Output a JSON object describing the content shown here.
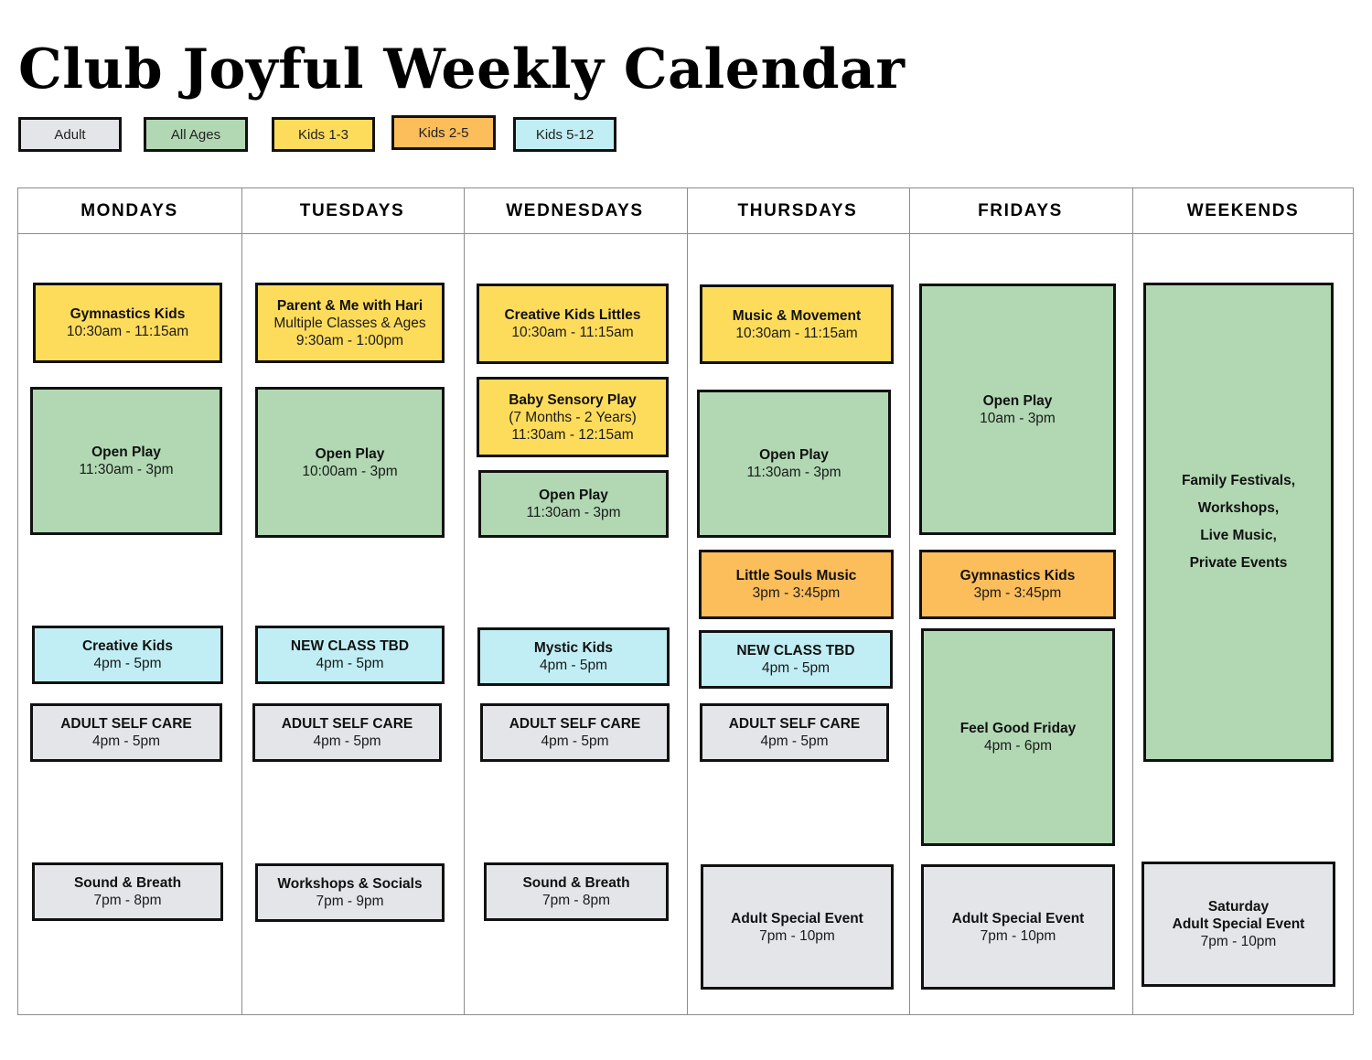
{
  "title": "Club Joyful Weekly Calendar",
  "colors": {
    "adult": "#e3e5e8",
    "all_ages": "#b1d8b3",
    "kids_1_3": "#fedc5b",
    "kids_2_5": "#fcbd5b",
    "kids_5_12": "#c0eef4"
  },
  "legend": [
    {
      "label": "Adult",
      "category": "adult"
    },
    {
      "label": "All Ages",
      "category": "all_ages"
    },
    {
      "label": "Kids 1-3",
      "category": "kids_1_3"
    },
    {
      "label": "Kids 2-5",
      "category": "kids_2_5"
    },
    {
      "label": "Kids 5-12",
      "category": "kids_5_12"
    }
  ],
  "days": [
    {
      "name": "MONDAYS",
      "events": [
        {
          "title": [
            "Gymnastics Kids"
          ],
          "lines": [
            "10:30am - 11:15am"
          ],
          "category": "kids_1_3"
        },
        {
          "title": [
            "Open Play"
          ],
          "lines": [
            "11:30am - 3pm"
          ],
          "category": "all_ages"
        },
        {
          "title": [
            "Creative Kids"
          ],
          "lines": [
            "4pm - 5pm"
          ],
          "category": "kids_5_12"
        },
        {
          "title": [
            "ADULT SELF CARE"
          ],
          "lines": [
            "4pm - 5pm"
          ],
          "category": "adult"
        },
        {
          "title": [
            "Sound & Breath"
          ],
          "lines": [
            "7pm - 8pm"
          ],
          "category": "adult"
        }
      ]
    },
    {
      "name": "TUESDAYS",
      "events": [
        {
          "title": [
            "Parent & Me with Hari"
          ],
          "lines": [
            "Multiple Classes & Ages",
            "9:30am - 1:00pm"
          ],
          "category": "kids_1_3"
        },
        {
          "title": [
            "Open Play"
          ],
          "lines": [
            "10:00am - 3pm"
          ],
          "category": "all_ages"
        },
        {
          "title": [
            "NEW CLASS TBD"
          ],
          "lines": [
            "4pm - 5pm"
          ],
          "category": "kids_5_12"
        },
        {
          "title": [
            "ADULT SELF CARE"
          ],
          "lines": [
            "4pm - 5pm"
          ],
          "category": "adult"
        },
        {
          "title": [
            "Workshops & Socials"
          ],
          "lines": [
            "7pm - 9pm"
          ],
          "category": "adult"
        }
      ]
    },
    {
      "name": "WEDNESDAYS",
      "events": [
        {
          "title": [
            "Creative Kids Littles"
          ],
          "lines": [
            "10:30am - 11:15am"
          ],
          "category": "kids_1_3"
        },
        {
          "title": [
            "Baby Sensory Play"
          ],
          "lines": [
            "(7 Months - 2 Years)",
            "11:30am - 12:15am"
          ],
          "category": "kids_1_3"
        },
        {
          "title": [
            "Open Play"
          ],
          "lines": [
            "11:30am - 3pm"
          ],
          "category": "all_ages"
        },
        {
          "title": [
            "Mystic Kids"
          ],
          "lines": [
            "4pm - 5pm"
          ],
          "category": "kids_5_12"
        },
        {
          "title": [
            "ADULT SELF CARE"
          ],
          "lines": [
            "4pm - 5pm"
          ],
          "category": "adult"
        },
        {
          "title": [
            "Sound & Breath"
          ],
          "lines": [
            "7pm - 8pm"
          ],
          "category": "adult"
        }
      ]
    },
    {
      "name": "THURSDAYS",
      "events": [
        {
          "title": [
            "Music & Movement"
          ],
          "lines": [
            "10:30am - 11:15am"
          ],
          "category": "kids_1_3"
        },
        {
          "title": [
            "Open Play"
          ],
          "lines": [
            "11:30am - 3pm"
          ],
          "category": "all_ages"
        },
        {
          "title": [
            "Little Souls Music"
          ],
          "lines": [
            "3pm - 3:45pm"
          ],
          "category": "kids_2_5"
        },
        {
          "title": [
            "NEW CLASS TBD"
          ],
          "lines": [
            "4pm - 5pm"
          ],
          "category": "kids_5_12"
        },
        {
          "title": [
            "ADULT SELF CARE"
          ],
          "lines": [
            "4pm - 5pm"
          ],
          "category": "adult"
        },
        {
          "title": [
            "Adult Special Event"
          ],
          "lines": [
            "7pm - 10pm"
          ],
          "category": "adult"
        }
      ]
    },
    {
      "name": "FRIDAYS",
      "events": [
        {
          "title": [
            "Open Play"
          ],
          "lines": [
            "10am - 3pm"
          ],
          "category": "all_ages"
        },
        {
          "title": [
            "Gymnastics Kids"
          ],
          "lines": [
            "3pm - 3:45pm"
          ],
          "category": "kids_2_5"
        },
        {
          "title": [
            "Feel Good Friday"
          ],
          "lines": [
            "4pm - 6pm"
          ],
          "category": "all_ages"
        },
        {
          "title": [
            "Adult Special Event"
          ],
          "lines": [
            "7pm - 10pm"
          ],
          "category": "adult"
        }
      ]
    },
    {
      "name": "WEEKENDS",
      "events": [
        {
          "title": [
            "Family Festivals,",
            "Workshops,",
            "Live Music,",
            "Private Events"
          ],
          "lines": [],
          "category": "all_ages"
        },
        {
          "title": [
            "Saturday",
            "Adult Special Event"
          ],
          "lines": [
            "7pm - 10pm"
          ],
          "category": "adult"
        }
      ]
    }
  ]
}
